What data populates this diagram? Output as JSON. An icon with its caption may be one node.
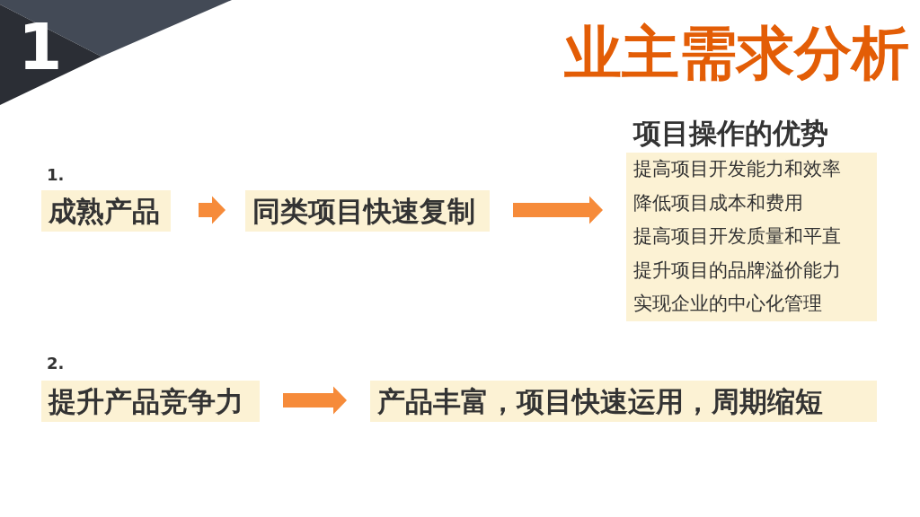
{
  "diagram": {
    "title": "业主需求分析",
    "nodes": [
      {
        "text": [
          "成熟产品"
        ]
      },
      {
        "text": [
          "同类项目快速复制"
        ]
      },
      {
        "text": [
          "项目操作的优势",
          "提高项目开发能力和效率",
          "降低项目成本和费用",
          "提高项目开发质量和平直",
          "提升项目的品牌溢价能力",
          "实现企业的中心化管理"
        ]
      },
      {
        "text": [
          "提升产品竞争力"
        ]
      },
      {
        "text": [
          "产品丰富，项目快速运用，周期缩短"
        ]
      }
    ],
    "edges": [
      {
        "from": 0,
        "to": 1,
        "arrow": "to"
      },
      {
        "from": 1,
        "to": 2,
        "arrow": "to"
      },
      {
        "from": 3,
        "to": 4,
        "arrow": "to"
      }
    ],
    "labels": [
      "1",
      "1.",
      "2."
    ]
  }
}
